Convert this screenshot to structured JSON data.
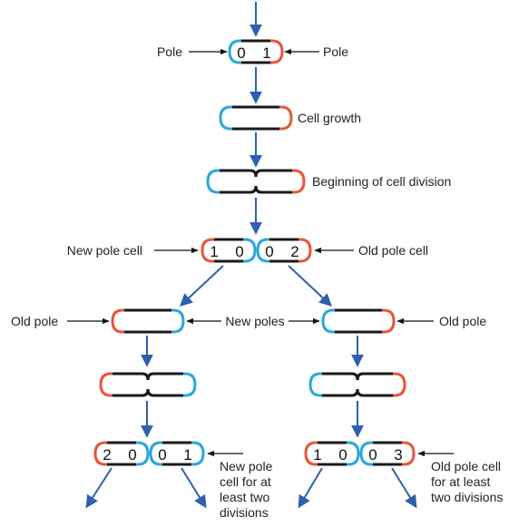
{
  "colors": {
    "arrow": "#2f5fae",
    "cell_body": "#1a1a1a",
    "old_pole": "#e8553a",
    "new_pole": "#2aa7dc",
    "label_arrow": "#111111"
  },
  "labels": {
    "pole_left": "Pole",
    "pole_right": "Pole",
    "cell_growth": "Cell growth",
    "beginning_division": "Beginning of cell division",
    "new_pole_cell": "New pole cell",
    "old_pole_cell": "Old pole cell",
    "old_pole_left": "Old pole",
    "new_poles": "New poles",
    "old_pole_right": "Old pole",
    "bottom_left_note": [
      "New pole",
      "cell for at",
      "least two",
      "divisions"
    ],
    "bottom_right_note": [
      "Old pole cell",
      "for at least",
      "two divisions"
    ]
  },
  "cells": {
    "initial": [
      "0",
      "1"
    ],
    "new_pole_cell": [
      "1",
      "0"
    ],
    "old_pole_cell": [
      "0",
      "2"
    ],
    "bottom_1": [
      "2",
      "0"
    ],
    "bottom_2": [
      "0",
      "1"
    ],
    "bottom_3": [
      "1",
      "0"
    ],
    "bottom_4": [
      "0",
      "3"
    ]
  }
}
